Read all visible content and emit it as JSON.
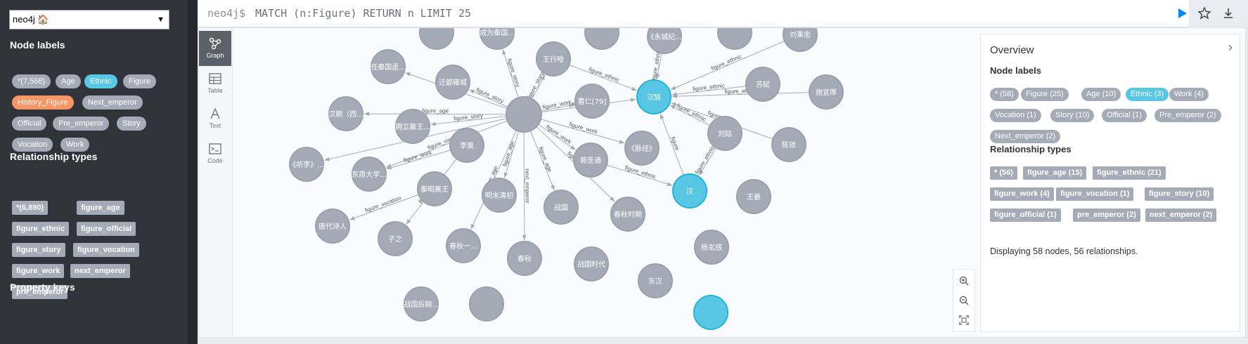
{
  "sidebar": {
    "db_select": "neo4j 🏠",
    "node_labels_title": "Node labels",
    "node_labels": [
      {
        "label": "*(7,568)",
        "color": "#a5abb6"
      },
      {
        "label": "Age",
        "color": "#a5abb6"
      },
      {
        "label": "Ethnic",
        "color": "#57c7e3"
      },
      {
        "label": "Figure",
        "color": "#a5abb6"
      },
      {
        "label": "History_Figure",
        "color": "#f79767"
      },
      {
        "label": "Next_emperor",
        "color": "#a5abb6"
      },
      {
        "label": "Official",
        "color": "#a5abb6"
      },
      {
        "label": "Pre_emperor",
        "color": "#a5abb6"
      },
      {
        "label": "Story",
        "color": "#a5abb6"
      },
      {
        "label": "Vocation",
        "color": "#a5abb6"
      },
      {
        "label": "Work",
        "color": "#a5abb6"
      }
    ],
    "rel_types_title": "Relationship types",
    "rel_types": [
      "*(6,890)",
      "figure_age",
      "figure_ethnic",
      "figure_official",
      "figure_story",
      "figure_vocation",
      "figure_work",
      "next_emperor",
      "pre_emperor"
    ],
    "property_keys_title": "Property keys"
  },
  "editor": {
    "prompt": "neo4j$",
    "query": "MATCH (n:Figure) RETURN n LIMIT 25"
  },
  "views": [
    {
      "label": "Graph",
      "icon": "graph-icon"
    },
    {
      "label": "Table",
      "icon": "table-icon"
    },
    {
      "label": "Text",
      "icon": "text-icon"
    },
    {
      "label": "Code",
      "icon": "code-icon"
    }
  ],
  "overview": {
    "title": "Overview",
    "node_labels_title": "Node labels",
    "node_labels": [
      {
        "label": "* (58)",
        "color": "#a5abb6"
      },
      {
        "label": "Figure (25)",
        "color": "#a5abb6"
      },
      {
        "label": "Age (10)",
        "color": "#a5abb6"
      },
      {
        "label": "Ethnic (3)",
        "color": "#57c7e3"
      },
      {
        "label": "Work (4)",
        "color": "#a5abb6"
      },
      {
        "label": "Vocation (1)",
        "color": "#a5abb6"
      },
      {
        "label": "Story (10)",
        "color": "#a5abb6"
      },
      {
        "label": "Official (1)",
        "color": "#a5abb6"
      },
      {
        "label": "Pre_emperor (2)",
        "color": "#a5abb6"
      },
      {
        "label": "Next_emperor (2)",
        "color": "#a5abb6"
      }
    ],
    "rel_types_title": "Relationship types",
    "rel_types": [
      "* (56)",
      "figure_age (15)",
      "figure_ethnic (21)",
      "figure_work (4)",
      "figure_vocation (1)",
      "figure_story (10)",
      "figure_official (1)",
      "pre_emperor (2)",
      "next_emperor (2)"
    ],
    "summary": "Displaying 58 nodes, 56 relationships."
  },
  "graph": {
    "hub_node": "",
    "nodes": [
      {
        "id": "n1",
        "label": "成为秦国...",
        "type": "gray"
      },
      {
        "id": "n2",
        "label": "任秦国丞...",
        "type": "gray"
      },
      {
        "id": "n3",
        "label": "迁都雍城",
        "type": "gray"
      },
      {
        "id": "n4",
        "label": "王行哈",
        "type": "gray"
      },
      {
        "id": "n5",
        "label": "《永城纪...",
        "type": "gray"
      },
      {
        "id": "n6",
        "label": "刘秉忠",
        "type": "gray"
      },
      {
        "id": "n7",
        "label": "汉朝（西...",
        "type": "gray"
      },
      {
        "id": "n8",
        "label": "拥立嬴王...",
        "type": "gray"
      },
      {
        "id": "n9",
        "label": "曹仁[79]",
        "type": "gray"
      },
      {
        "id": "n10",
        "label": "汉族",
        "type": "ethnic"
      },
      {
        "id": "n11",
        "label": "苏轼",
        "type": "gray"
      },
      {
        "id": "n12",
        "label": "施宜厚",
        "type": "gray"
      },
      {
        "id": "n13",
        "label": "李嵩",
        "type": "gray"
      },
      {
        "id": "n14",
        "label": "《听李》...",
        "type": "gray"
      },
      {
        "id": "n15",
        "label": "东周大学...",
        "type": "gray"
      },
      {
        "id": "n16",
        "label": "郭圣通",
        "type": "gray"
      },
      {
        "id": "n17",
        "label": "《脉经》",
        "type": "gray"
      },
      {
        "id": "n18",
        "label": "刘姑",
        "type": "gray"
      },
      {
        "id": "n19",
        "label": "陈琐",
        "type": "gray"
      },
      {
        "id": "n20",
        "label": "秦昭襄王",
        "type": "gray"
      },
      {
        "id": "n21",
        "label": "明末清初",
        "type": "gray"
      },
      {
        "id": "n22",
        "label": "汉",
        "type": "ethnic"
      },
      {
        "id": "n23",
        "label": "王綦",
        "type": "gray"
      },
      {
        "id": "n24",
        "label": "唐代诗人",
        "type": "gray"
      },
      {
        "id": "n25",
        "label": "战国",
        "type": "gray"
      },
      {
        "id": "n26",
        "label": "春秋时期",
        "type": "gray"
      },
      {
        "id": "n27",
        "label": "子之",
        "type": "gray"
      },
      {
        "id": "n28",
        "label": "春秋一...",
        "type": "gray"
      },
      {
        "id": "n29",
        "label": "杨玄感",
        "type": "gray"
      },
      {
        "id": "n30",
        "label": "春秋",
        "type": "gray"
      },
      {
        "id": "n31",
        "label": "战国时代",
        "type": "gray"
      },
      {
        "id": "n32",
        "label": "东汉",
        "type": "gray"
      },
      {
        "id": "n33",
        "label": "战国后期...",
        "type": "gray"
      },
      {
        "id": "n34",
        "label": "",
        "type": "gray"
      },
      {
        "id": "n35",
        "label": "",
        "type": "gray"
      },
      {
        "id": "n36",
        "label": "",
        "type": "gray"
      },
      {
        "id": "n37",
        "label": "",
        "type": "gray"
      },
      {
        "id": "n38",
        "label": "",
        "type": "ethnic"
      }
    ],
    "edges": [
      {
        "from": "hub",
        "to": "n2",
        "label": "figure"
      },
      {
        "from": "hub",
        "to": "n3",
        "label": "figure_story"
      },
      {
        "from": "hub",
        "to": "n1",
        "label": "figure_story"
      },
      {
        "from": "hub",
        "to": "n4",
        "label": "figure_story"
      },
      {
        "from": "hub",
        "to": "n7",
        "label": "figure_age"
      },
      {
        "from": "hub",
        "to": "n8",
        "label": "figure_story"
      },
      {
        "from": "hub",
        "to": "n9",
        "label": "figure_work"
      },
      {
        "from": "hub",
        "to": "n10",
        "label": "figure_ethnic"
      },
      {
        "from": "hub",
        "to": "n14",
        "label": "figure_work"
      },
      {
        "from": "hub",
        "to": "n15",
        "label": "figure_vocation"
      },
      {
        "from": "hub",
        "to": "n16",
        "label": "figure_work"
      },
      {
        "from": "hub",
        "to": "n17",
        "label": "figure_work"
      },
      {
        "from": "hub",
        "to": "n21",
        "label": "figure_age"
      },
      {
        "from": "hub",
        "to": "n25",
        "label": "figure_age"
      },
      {
        "from": "hub",
        "to": "n28",
        "label": "figure_age"
      },
      {
        "from": "hub",
        "to": "n30",
        "label": "next_emperor"
      },
      {
        "from": "hub",
        "to": "n26",
        "label": "figure_age"
      },
      {
        "from": "n4",
        "to": "n10",
        "label": "figure_ethnic"
      },
      {
        "from": "n5",
        "to": "n10",
        "label": "figure_ethnic"
      },
      {
        "from": "n6",
        "to": "n10",
        "label": "figure_ethnic"
      },
      {
        "from": "n11",
        "to": "n10",
        "label": "figure_ethnic"
      },
      {
        "from": "n12",
        "to": "n10",
        "label": "figure_ethnic"
      },
      {
        "from": "n18",
        "to": "n10",
        "label": "figure_ethnic"
      },
      {
        "from": "n19",
        "to": "n10",
        "label": "figure_ethnic"
      },
      {
        "from": "n16",
        "to": "n22",
        "label": "figure_ethnic"
      },
      {
        "from": "n18",
        "to": "n22",
        "label": "figure_ethnic"
      },
      {
        "from": "n22",
        "to": "n10",
        "label": "figure"
      },
      {
        "from": "n20",
        "to": "n24",
        "label": "figure_vocation"
      },
      {
        "from": "n13",
        "to": "n27",
        "label": "pre_emperor"
      },
      {
        "from": "n13",
        "to": "n15",
        "label": "figure_work"
      }
    ]
  }
}
